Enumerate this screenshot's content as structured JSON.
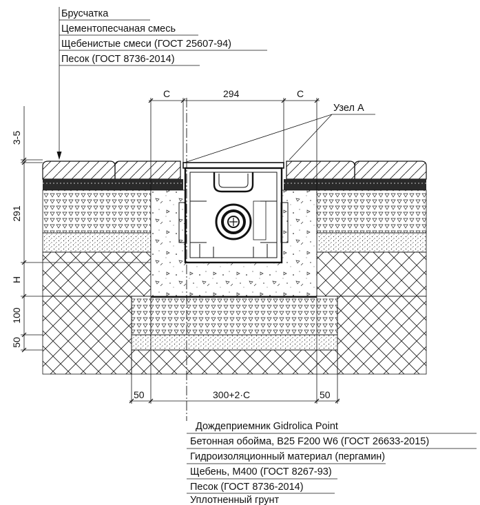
{
  "top_labels": [
    "Брусчатка",
    "Цементопесчаная смесь",
    "Щебенистые смеси (ГОСТ 25607-94)",
    "Песок (ГОСТ 8736-2014)"
  ],
  "bottom_labels": [
    "Дождеприемник Gidrolica Point",
    "Бетонная обойма, B25 F200 W6 (ГОСТ 26633-2015)",
    "Гидроизоляционный материал (пергамин)",
    "Щебень, М400 (ГОСТ 8267-93)",
    " Песок (ГОСТ 8736-2014)",
    "Уплотненный грунт"
  ],
  "dimensions": {
    "top_c_left": "C",
    "top_width": "294",
    "top_c_right": "C",
    "node_label": "Узел А",
    "left_gap": "3-5",
    "left_height": "291",
    "left_h": "H",
    "left_100": "100",
    "left_50": "50",
    "bottom_left_50": "50",
    "bottom_width": "300+2·C",
    "bottom_right_50": "50"
  }
}
